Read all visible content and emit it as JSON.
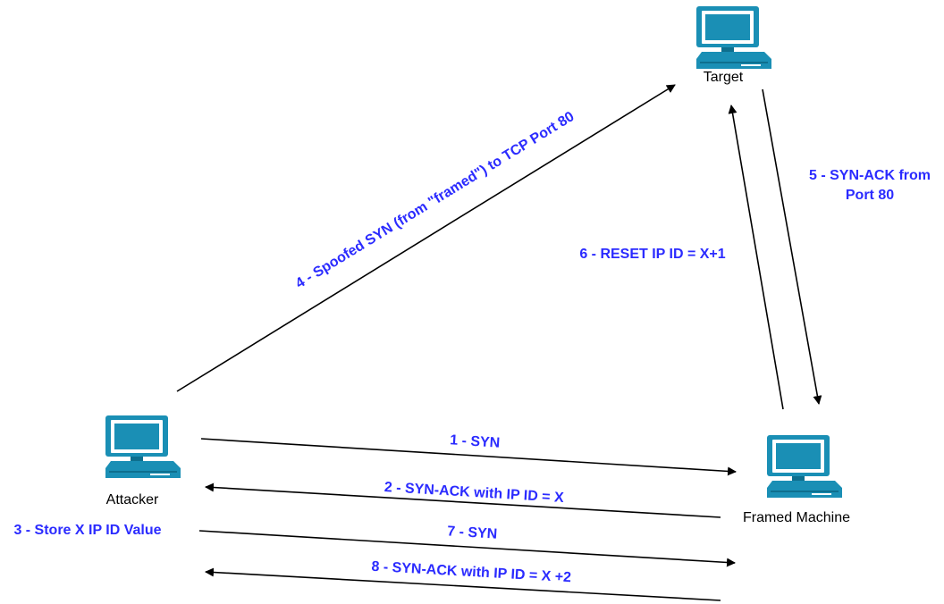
{
  "nodes": {
    "target": {
      "label": "Target"
    },
    "attacker": {
      "label": "Attacker"
    },
    "framed": {
      "label": "Framed Machine"
    }
  },
  "steps": {
    "s1": "1 - SYN",
    "s2": "2 - SYN-ACK with IP ID = X",
    "s3": "3 - Store X IP ID Value",
    "s4": "4 - Spoofed SYN (from \"framed\") to TCP Port 80",
    "s5_line1": "5 - SYN-ACK from",
    "s5_line2": "Port 80",
    "s6": "6 - RESET IP ID = X+1",
    "s7": "7 - SYN",
    "s8": "8 - SYN-ACK with IP ID = X +2"
  },
  "colors": {
    "step_text": "#2b2bff",
    "computer_fill": "#1a8fb5",
    "computer_dark": "#0e6f8e",
    "computer_screen": "#ffffff"
  },
  "icons": {
    "computer": "desktop-computer-icon"
  }
}
